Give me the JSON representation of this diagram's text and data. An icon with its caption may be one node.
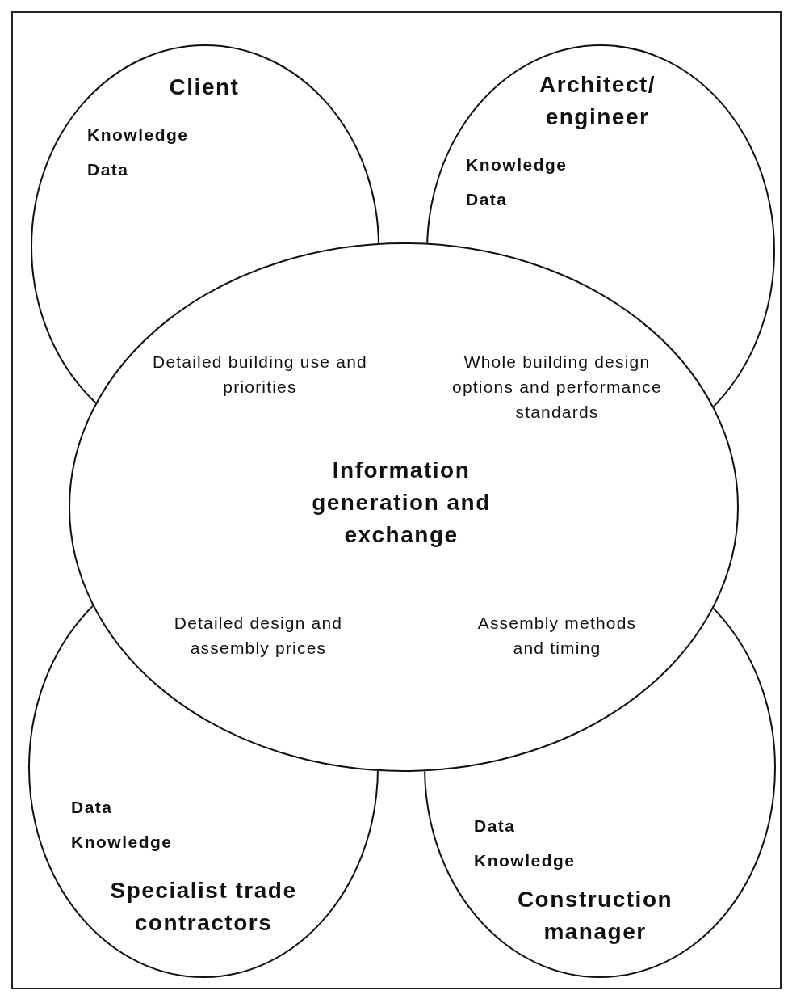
{
  "diagram": {
    "nodes": [
      {
        "text": [
          "Client",
          "Knowledge",
          "Data",
          "Detailed building use and priorities"
        ]
      },
      {
        "text": [
          "Architect/ engineer",
          "Knowledge",
          "Data",
          "Whole building design options and performance standards"
        ]
      },
      {
        "text": [
          "Information generation and exchange"
        ]
      },
      {
        "text": [
          "Detailed design and assembly prices",
          "Data",
          "Knowledge",
          "Specialist trade contractors"
        ]
      },
      {
        "text": [
          "Assembly methods and timing",
          "Data",
          "Knowledge",
          "Construction manager"
        ]
      }
    ]
  }
}
